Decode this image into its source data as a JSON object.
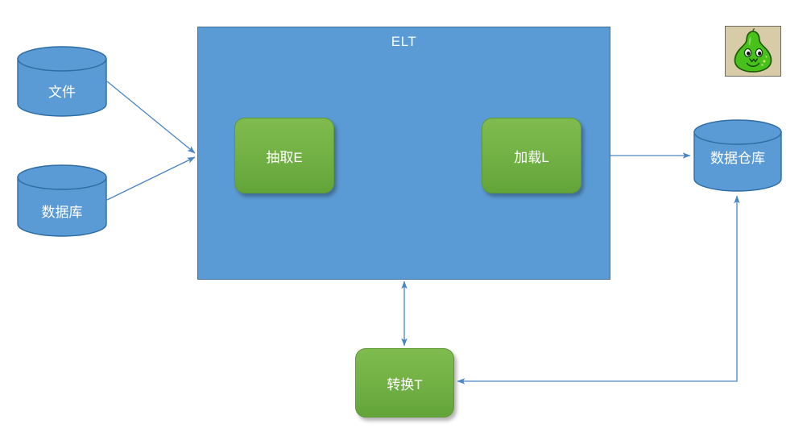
{
  "diagram": {
    "title": "ELT",
    "sources": [
      {
        "id": "file",
        "label": "文件",
        "shape": "cylinder"
      },
      {
        "id": "database",
        "label": "数据库",
        "shape": "cylinder"
      }
    ],
    "container": {
      "label": "ELT",
      "fill": "#5B9BD5",
      "stroke": "#41719C",
      "processes": [
        {
          "id": "extract",
          "label": "抽取E"
        },
        {
          "id": "load",
          "label": "加载L"
        }
      ]
    },
    "processes_outside": [
      {
        "id": "transform",
        "label": "转换T"
      }
    ],
    "targets": [
      {
        "id": "warehouse",
        "label": "数据仓库",
        "shape": "cylinder"
      }
    ],
    "decorations": [
      {
        "id": "mascot",
        "name": "green-pear-mascot-icon",
        "background": "#D8CBA8"
      }
    ],
    "connectors": [
      {
        "id": "file-to-elt",
        "from": "文件",
        "to": "ELT",
        "direction": "one-way"
      },
      {
        "id": "database-to-elt",
        "from": "数据库",
        "to": "ELT",
        "direction": "one-way"
      },
      {
        "id": "elt-to-warehouse",
        "from": "加载L",
        "to": "数据仓库",
        "direction": "one-way"
      },
      {
        "id": "elt-to-transform",
        "from": "ELT",
        "to": "转换T",
        "direction": "two-way"
      },
      {
        "id": "warehouse-to-transform",
        "from": "数据仓库",
        "to": "转换T",
        "direction": "one-way"
      }
    ],
    "colors": {
      "blue_fill": "#5B9BD5",
      "blue_stroke": "#41719C",
      "green_fill": "#74B246",
      "green_stroke": "#5E9A36",
      "arrow": "#4A86C5",
      "text_on_shape": "#FFFFFF",
      "mascot_background": "#D8CBA8",
      "mascot_body": "#4FBE20"
    }
  }
}
